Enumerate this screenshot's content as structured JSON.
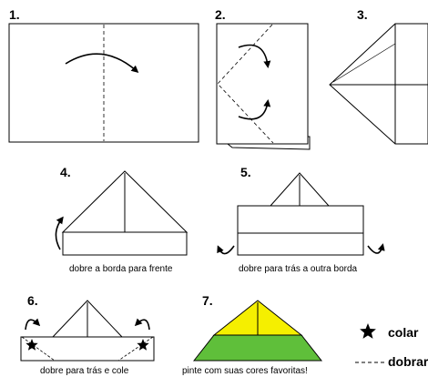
{
  "steps": [
    {
      "number": "1."
    },
    {
      "number": "2."
    },
    {
      "number": "3."
    },
    {
      "number": "4.",
      "caption": "dobre a borda para frente"
    },
    {
      "number": "5.",
      "caption": "dobre para trás a outra borda"
    },
    {
      "number": "6.",
      "caption": "dobre para trás e cole"
    },
    {
      "number": "7.",
      "caption": "pinte com suas cores favoritas!"
    }
  ],
  "legend": {
    "glue_label": "colar",
    "fold_label": "dobrar",
    "glue_icon": "star-icon",
    "fold_icon": "dashed-line-icon"
  },
  "colors": {
    "line": "#000000",
    "paper": "#ffffff",
    "fill_yellow": "#f5ef00",
    "fill_green": "#5fbf3a"
  }
}
